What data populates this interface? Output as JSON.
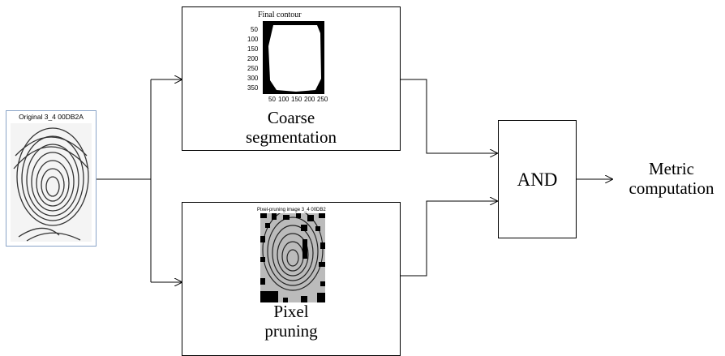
{
  "input": {
    "caption": "Original 3_4 00DB2A"
  },
  "coarse": {
    "plot_title": "Final contour",
    "y_ticks": [
      "50",
      "100",
      "150",
      "200",
      "250",
      "300",
      "350"
    ],
    "x_ticks": [
      "50",
      "100",
      "150",
      "200",
      "250"
    ],
    "label_line1": "Coarse",
    "label_line2": "segmentation"
  },
  "pruning": {
    "plot_title": "Pixel-pruning image 3_4 00DB2",
    "label_line1": "Pixel",
    "label_line2": "pruning"
  },
  "and_block": {
    "label": "AND"
  },
  "output": {
    "line1": "Metric",
    "line2": "computation"
  }
}
